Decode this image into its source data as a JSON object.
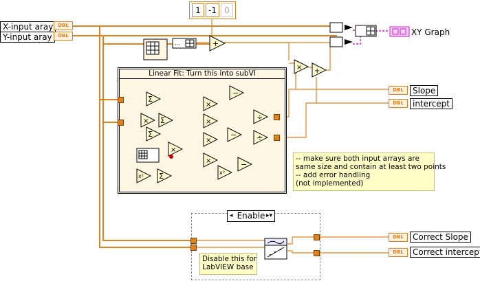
{
  "inputs": {
    "x_label": "X-input aray",
    "y_label": "Y-input aray",
    "type_tag": "DBL"
  },
  "outputs": {
    "graph_label": "XY Graph",
    "slope_label": "Slope",
    "intercept_label": "intercept",
    "correct_slope_label": "Correct Slope",
    "correct_intercept_label": "Correct intercept",
    "type_tag": "DBL"
  },
  "array_constant": {
    "values": [
      "1",
      "-1",
      "0"
    ]
  },
  "subvi_frame": {
    "title": "Linear Fit: Turn this into subVI"
  },
  "note": {
    "text": "-- make sure both input arrays are\nsame size and contain at least two points\n-- add error handling\n(not implemented)"
  },
  "disable_structure": {
    "selector": "Enable",
    "comment": "Disable this for\nLabVIEW base"
  },
  "colors": {
    "wire": "#e0821e",
    "frame_bg": "#fff6e4",
    "note_bg": "#ffffc8",
    "cluster_wire": "#c21fc2"
  }
}
